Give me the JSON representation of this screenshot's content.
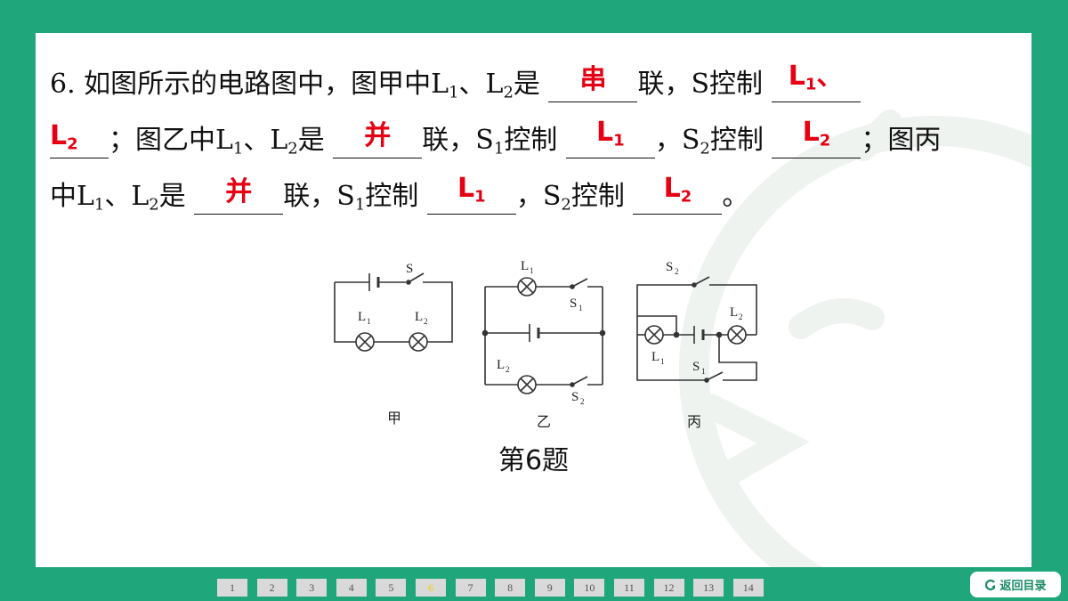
{
  "question": {
    "number": "6.",
    "line1_a": "如图所示的电路图中，图甲中L",
    "line1_b": "、L",
    "line1_c": "是",
    "line1_d": "联，S控制",
    "line2_a": "；图乙中L",
    "line2_b": "、L",
    "line2_c": "是",
    "line2_d": "联，S",
    "line2_e": "控制",
    "line2_f": "，S",
    "line2_g": "控制",
    "line2_h": "；图丙",
    "line3_a": "中L",
    "line3_b": "、L",
    "line3_c": "是",
    "line3_d": "联，S",
    "line3_e": "控制",
    "line3_f": "，S",
    "line3_g": "控制",
    "line3_h": "。",
    "sub1": "1",
    "sub2": "2"
  },
  "answers": {
    "jia_type": "串",
    "jia_s_part1": "L",
    "jia_s_part1_sub": "1",
    "jia_s_part1_sep": "、",
    "jia_s_part2": "L",
    "jia_s_part2_sub": "2",
    "yi_type": "并",
    "yi_s1": "L",
    "yi_s1_sub": "1",
    "yi_s2": "L",
    "yi_s2_sub": "2",
    "bing_type": "并",
    "bing_s1": "L",
    "bing_s1_sub": "1",
    "bing_s2": "L",
    "bing_s2_sub": "2"
  },
  "figure": {
    "jia_label": "甲",
    "yi_label": "乙",
    "bing_label": "丙",
    "S": "S",
    "L": "L",
    "n1": "1",
    "n2": "2"
  },
  "caption": "第6题",
  "pager": [
    "1",
    "2",
    "3",
    "4",
    "5",
    "6",
    "7",
    "8",
    "9",
    "10",
    "11",
    "12",
    "13",
    "14"
  ],
  "pager_active": "6",
  "back_button": "返回目录",
  "colors": {
    "frame": "#1fa67a",
    "answer": "#e60012"
  }
}
